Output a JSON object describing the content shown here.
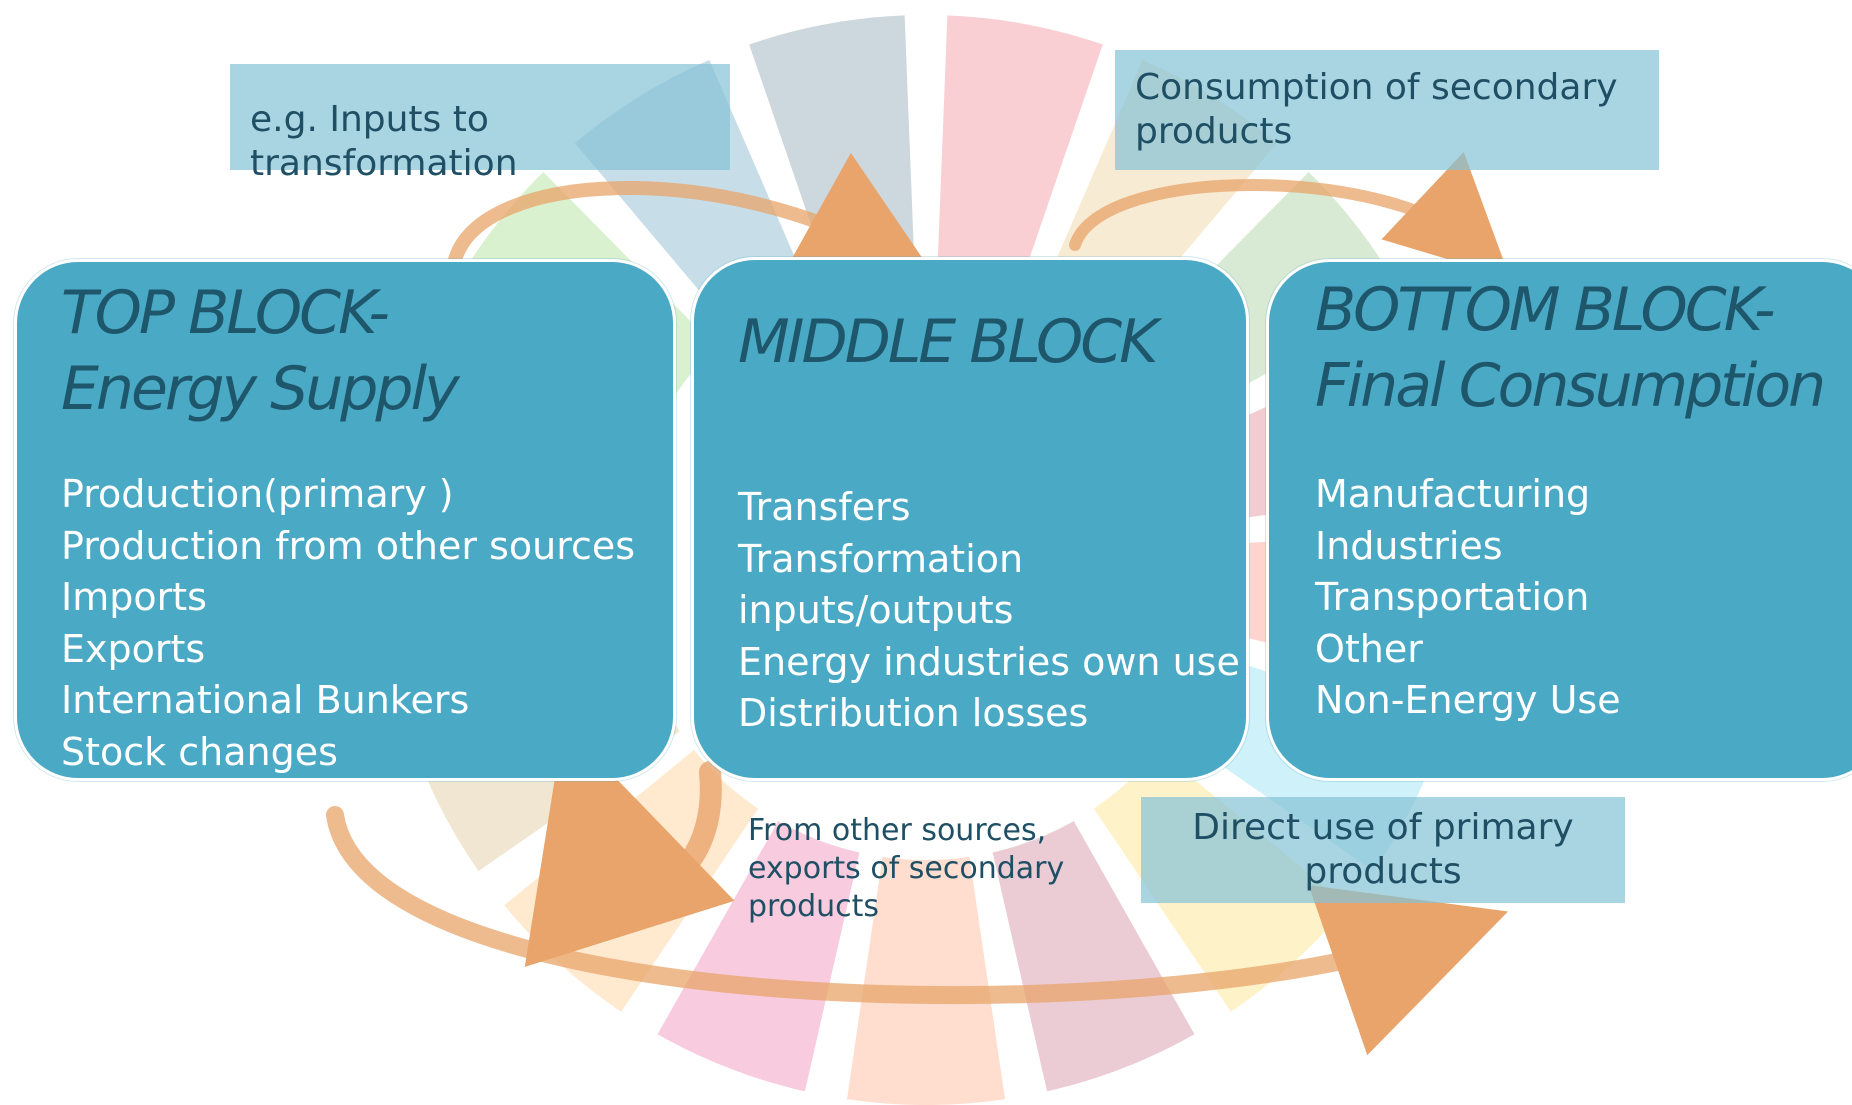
{
  "callouts": {
    "inputs": "e.g. Inputs to transformation",
    "secondary": "Consumption of secondary products",
    "direct": "Direct use of primary products",
    "from_other": "From other sources, exports of secondary products"
  },
  "blocks": {
    "top": {
      "title": [
        "TOP BLOCK-",
        "Energy Supply"
      ],
      "items": [
        "Production(primary )",
        "Production from other sources",
        "Imports",
        "Exports",
        "International Bunkers",
        "Stock changes"
      ]
    },
    "middle": {
      "title": [
        "MIDDLE BLOCK"
      ],
      "items": [
        "Transfers",
        "Transformation",
        "inputs/outputs",
        "Energy industries own use",
        "Distribution losses"
      ]
    },
    "bottom": {
      "title": [
        "BOTTOM BLOCK-",
        "Final Consumption"
      ],
      "items": [
        "Manufacturing",
        "Industries",
        "Transportation",
        "Other",
        "Non-Energy Use"
      ]
    }
  },
  "colors": {
    "block": "#4aa9c5",
    "title": "#1e566b",
    "callout": "#84c2d6",
    "arrow": "#e8a46a",
    "wheel": [
      "#e5243b",
      "#dda63a",
      "#4c9f38",
      "#c5192d",
      "#ff3a21",
      "#26bde2",
      "#fcc30b",
      "#a21942",
      "#fd6925",
      "#dd1367",
      "#fd9d24",
      "#bf8b2e",
      "#3f7e44",
      "#0a97d9",
      "#56c02b",
      "#00689d",
      "#19486a"
    ]
  }
}
